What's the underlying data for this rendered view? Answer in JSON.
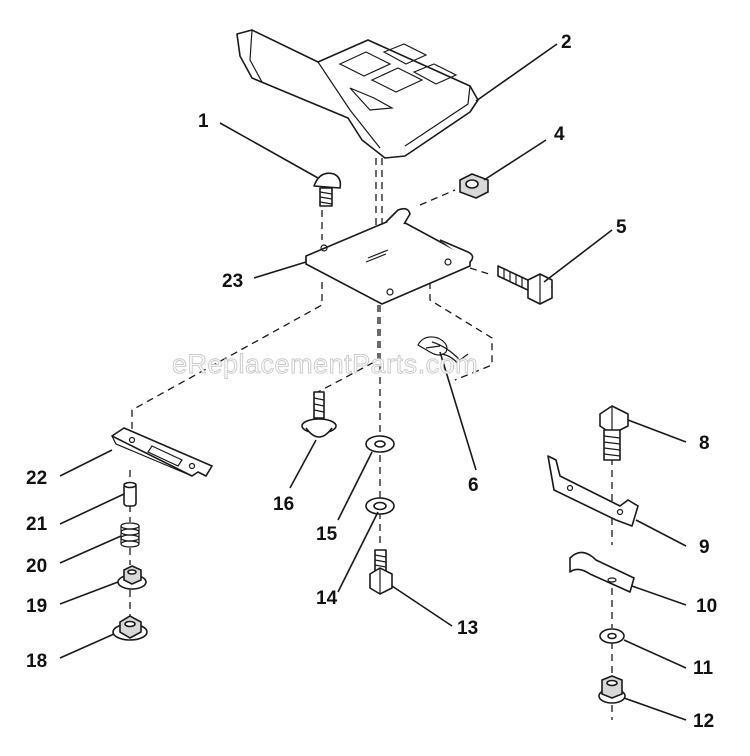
{
  "watermark": "eReplacementParts.com",
  "callouts": {
    "c1": "1",
    "c2": "2",
    "c4": "4",
    "c5": "5",
    "c6": "6",
    "c8": "8",
    "c9": "9",
    "c10": "10",
    "c11": "11",
    "c12": "12",
    "c13": "13",
    "c14": "14",
    "c15": "15",
    "c16": "16",
    "c18": "18",
    "c19": "19",
    "c20": "20",
    "c21": "21",
    "c22": "22",
    "c23": "23"
  }
}
